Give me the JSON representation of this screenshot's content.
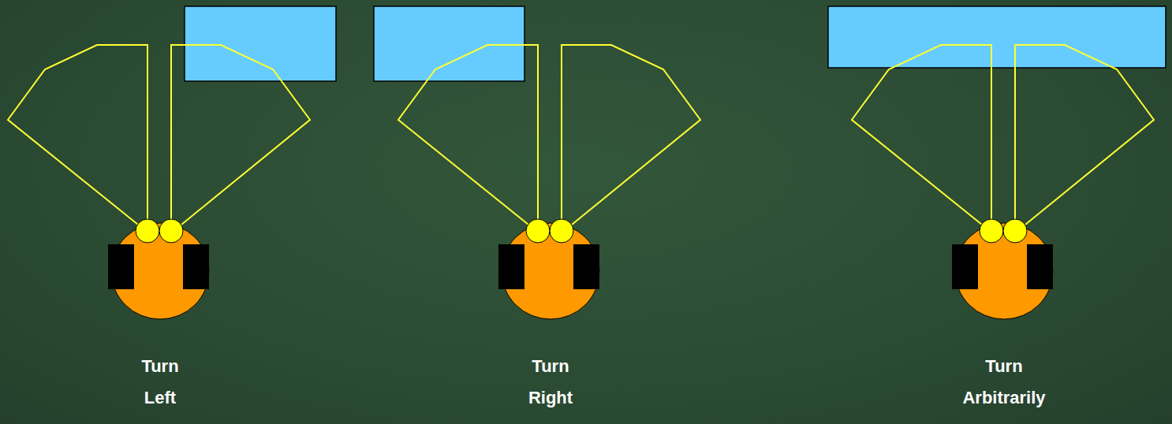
{
  "diagram": {
    "labels": [
      "Turn Left",
      "Turn Right",
      "Turn Arbitrarily"
    ]
  }
}
